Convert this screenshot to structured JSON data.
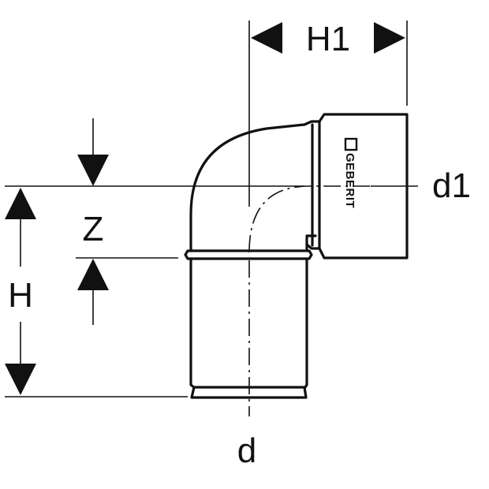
{
  "labels": {
    "h1": "H1",
    "d1": "d1",
    "z": "Z",
    "h": "H",
    "d": "d"
  },
  "logo": {
    "text": "GEBERIT"
  },
  "colors": {
    "line": "#111111",
    "background": "#ffffff"
  }
}
